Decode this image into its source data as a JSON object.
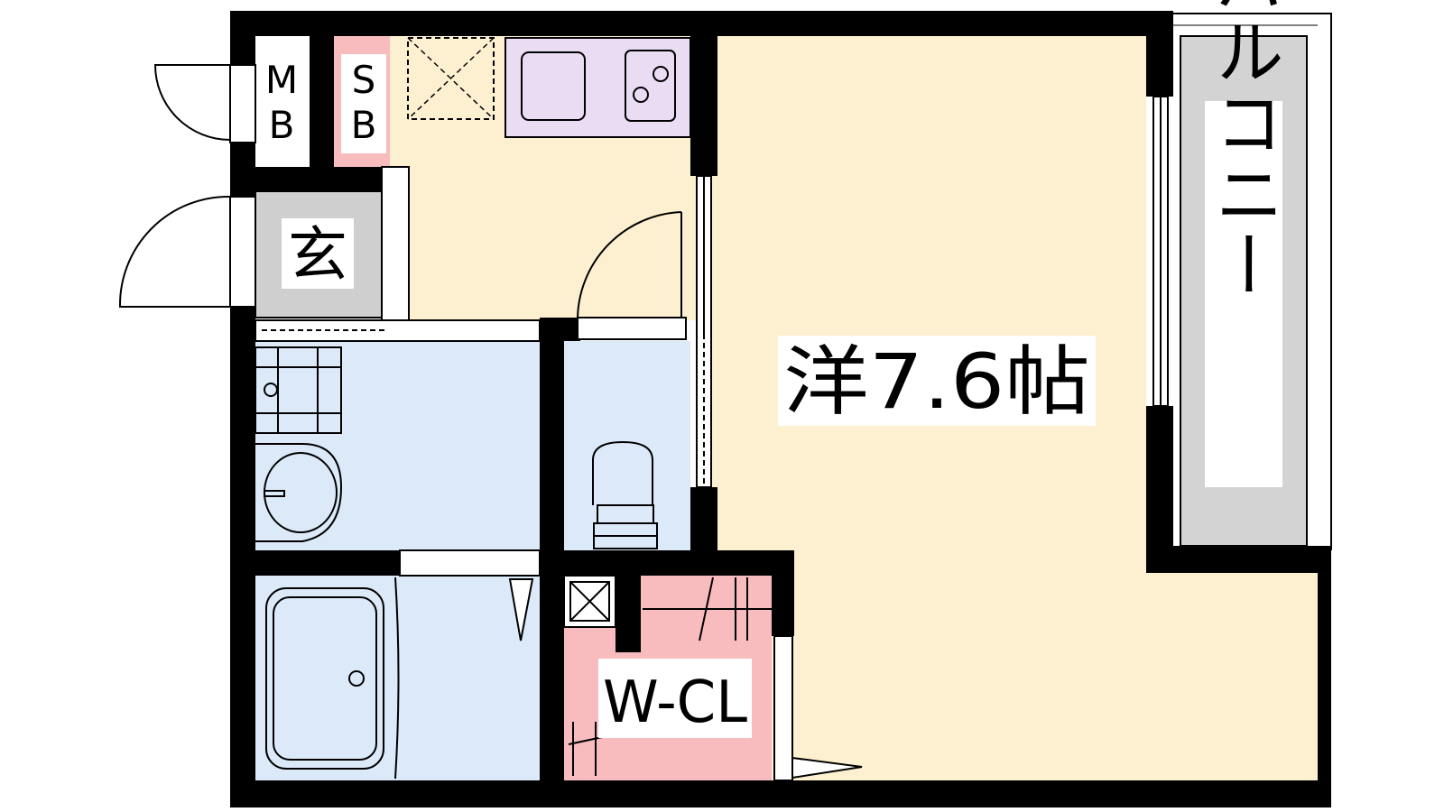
{
  "rooms": {
    "main": "洋7.6帖",
    "balcony": "バルコニー",
    "entrance": "玄",
    "meter_box_top": "M",
    "meter_box_bottom": "B",
    "shoe_box_top": "S",
    "shoe_box_bottom": "B",
    "walk_in_closet": "W-CL"
  },
  "colors": {
    "wall": "#000000",
    "western_room": "#fdf0d0",
    "kitchen_floor": "#fdf0d0",
    "wet_area": "#dce9f8",
    "closet": "#f8bcbf",
    "shoe_box": "#f8bcbf",
    "stove_counter": "#e9dcf3",
    "balcony": "#d3d3d3",
    "entrance": "#cfcfcf"
  }
}
